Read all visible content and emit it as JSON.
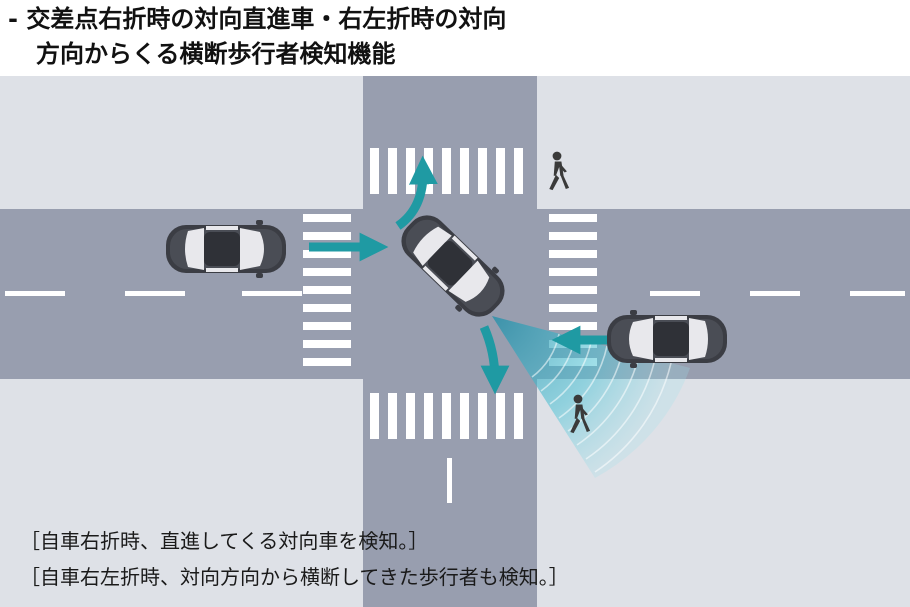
{
  "title": {
    "line1": "-  交差点右折時の対向直進車・右左折時の対向",
    "line2": "方向からくる横断歩行者検知機能"
  },
  "captions": [
    "［自車右折時、直進してくる対向車を検知。］",
    "［自車右左折時、対向方向から横断してきた歩行者も検知。］"
  ],
  "colors": {
    "background_block": "#dee1e7",
    "road": "#989eaf",
    "crosswalk": "#ffffff",
    "arrow": "#1f9aa3",
    "detection_zone": "#3aa0b5",
    "car_body": "#3b3d44",
    "pedestrian": "#3a3a3a"
  },
  "icons": [
    "car-icon",
    "pedestrian-icon",
    "arrow-icon",
    "detection-zone-icon"
  ]
}
